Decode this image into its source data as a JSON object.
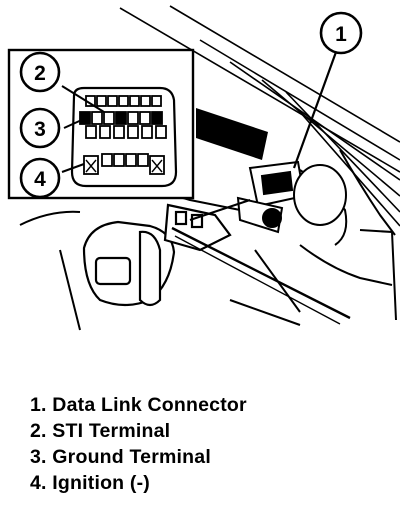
{
  "callouts": [
    {
      "number": "1"
    },
    {
      "number": "2"
    },
    {
      "number": "3"
    },
    {
      "number": "4"
    }
  ],
  "legend": [
    {
      "number": "1.",
      "label": "Data Link Connector"
    },
    {
      "number": "2.",
      "label": "STI Terminal"
    },
    {
      "number": "3.",
      "label": "Ground Terminal"
    },
    {
      "number": "4.",
      "label": "Ignition (-)"
    }
  ]
}
